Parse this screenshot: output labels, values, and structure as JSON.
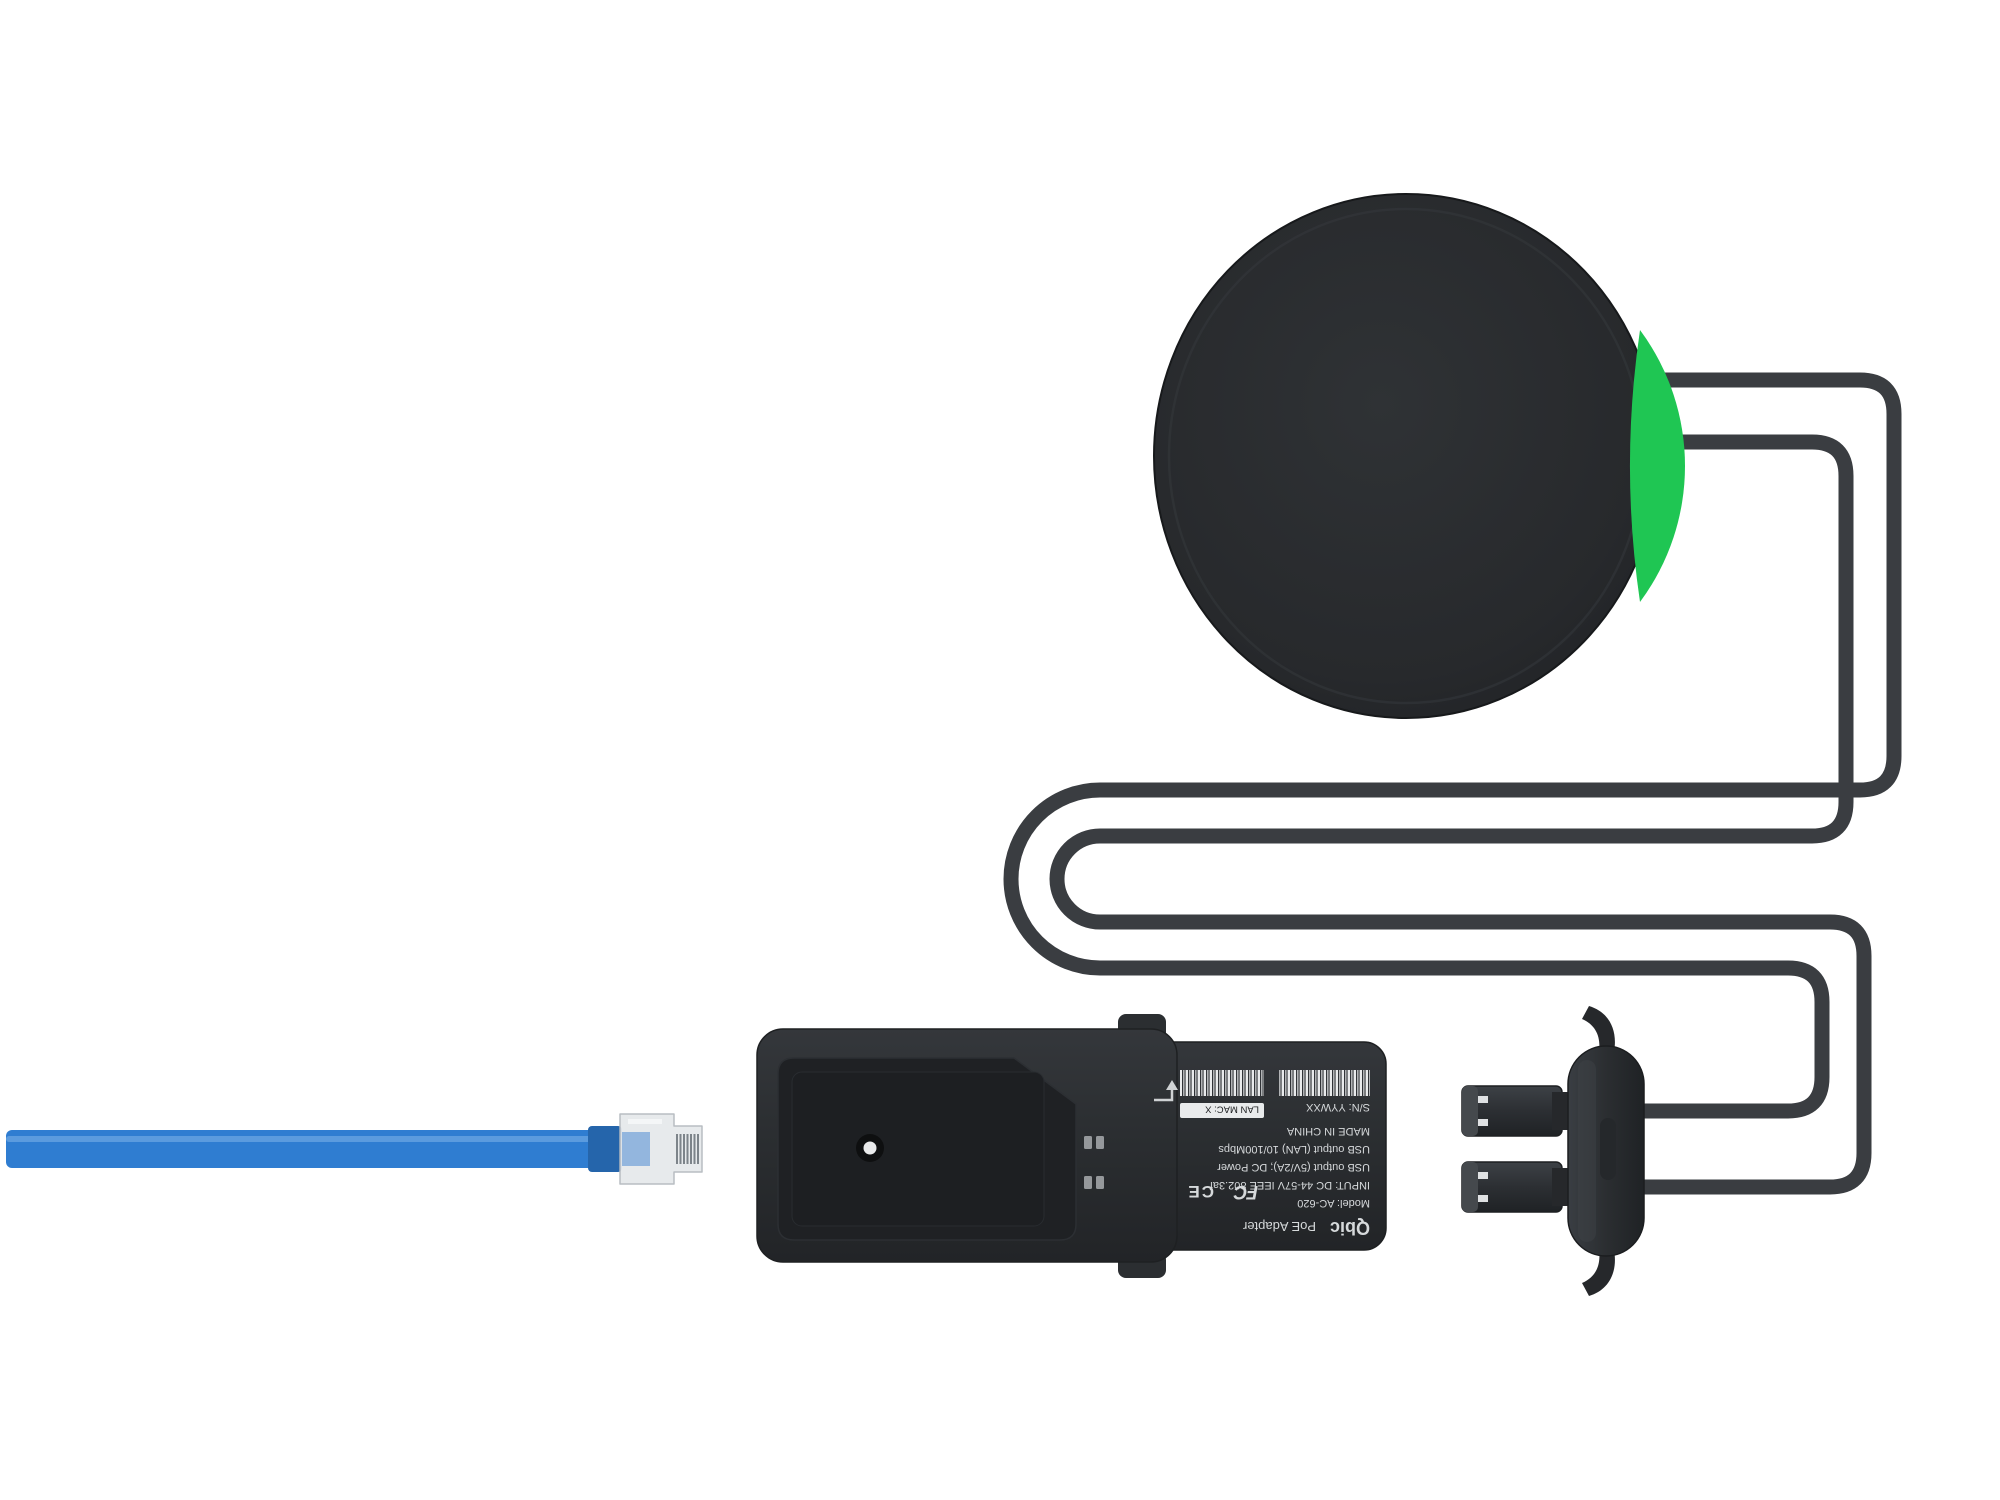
{
  "scene": {
    "background_color": "#ffffff"
  },
  "colors": {
    "disc": "#26282b",
    "accent_green": "#1fc653",
    "cable": "#3a3d41",
    "adapter_body": "#2b2e31",
    "ethernet_blue": "#2f7dd1",
    "rj45_shell": "#e6e9eb",
    "label_text": "#d6d9db"
  },
  "adapter_label": {
    "brand": "Qbic",
    "product": "PoE Adapter",
    "model": "Model: AC-620",
    "input": "INPUT: DC 44-57V IEEE 802.3af",
    "usb_power_output": "USB output (5V/2A); DC Power",
    "usb_lan_output": "USB output (LAN) 10/100Mbps",
    "origin": "MADE IN CHINA",
    "serial": "S/N: YYWXX",
    "lan_mac": "LAN MAC: X",
    "fcc_mark": "FC",
    "ce_mark": "CE"
  }
}
